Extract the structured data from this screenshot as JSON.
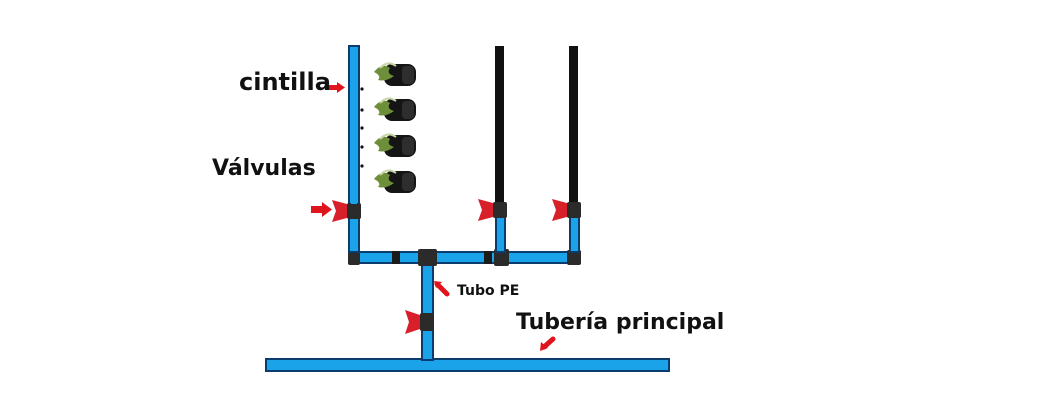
{
  "labels": {
    "cintilla": "cintilla",
    "valvulas": "Válvulas",
    "tubo_pe": "Tubo PE",
    "tuberia_principal": "Tubería principal"
  },
  "colors": {
    "pipe_blue": "#1aa3e8",
    "pipe_outline": "#0c3b6e",
    "drip_tape": "#111111",
    "valve_red": "#d8202a",
    "valve_body": "#2b2b2b",
    "arrow_red": "#e0141c",
    "plant_green": "#6d8f3a",
    "soil_black": "#151515"
  },
  "icons": [
    "valve-icon",
    "plant-pot-icon",
    "arrow-icon",
    "drip-emitter-icon"
  ]
}
